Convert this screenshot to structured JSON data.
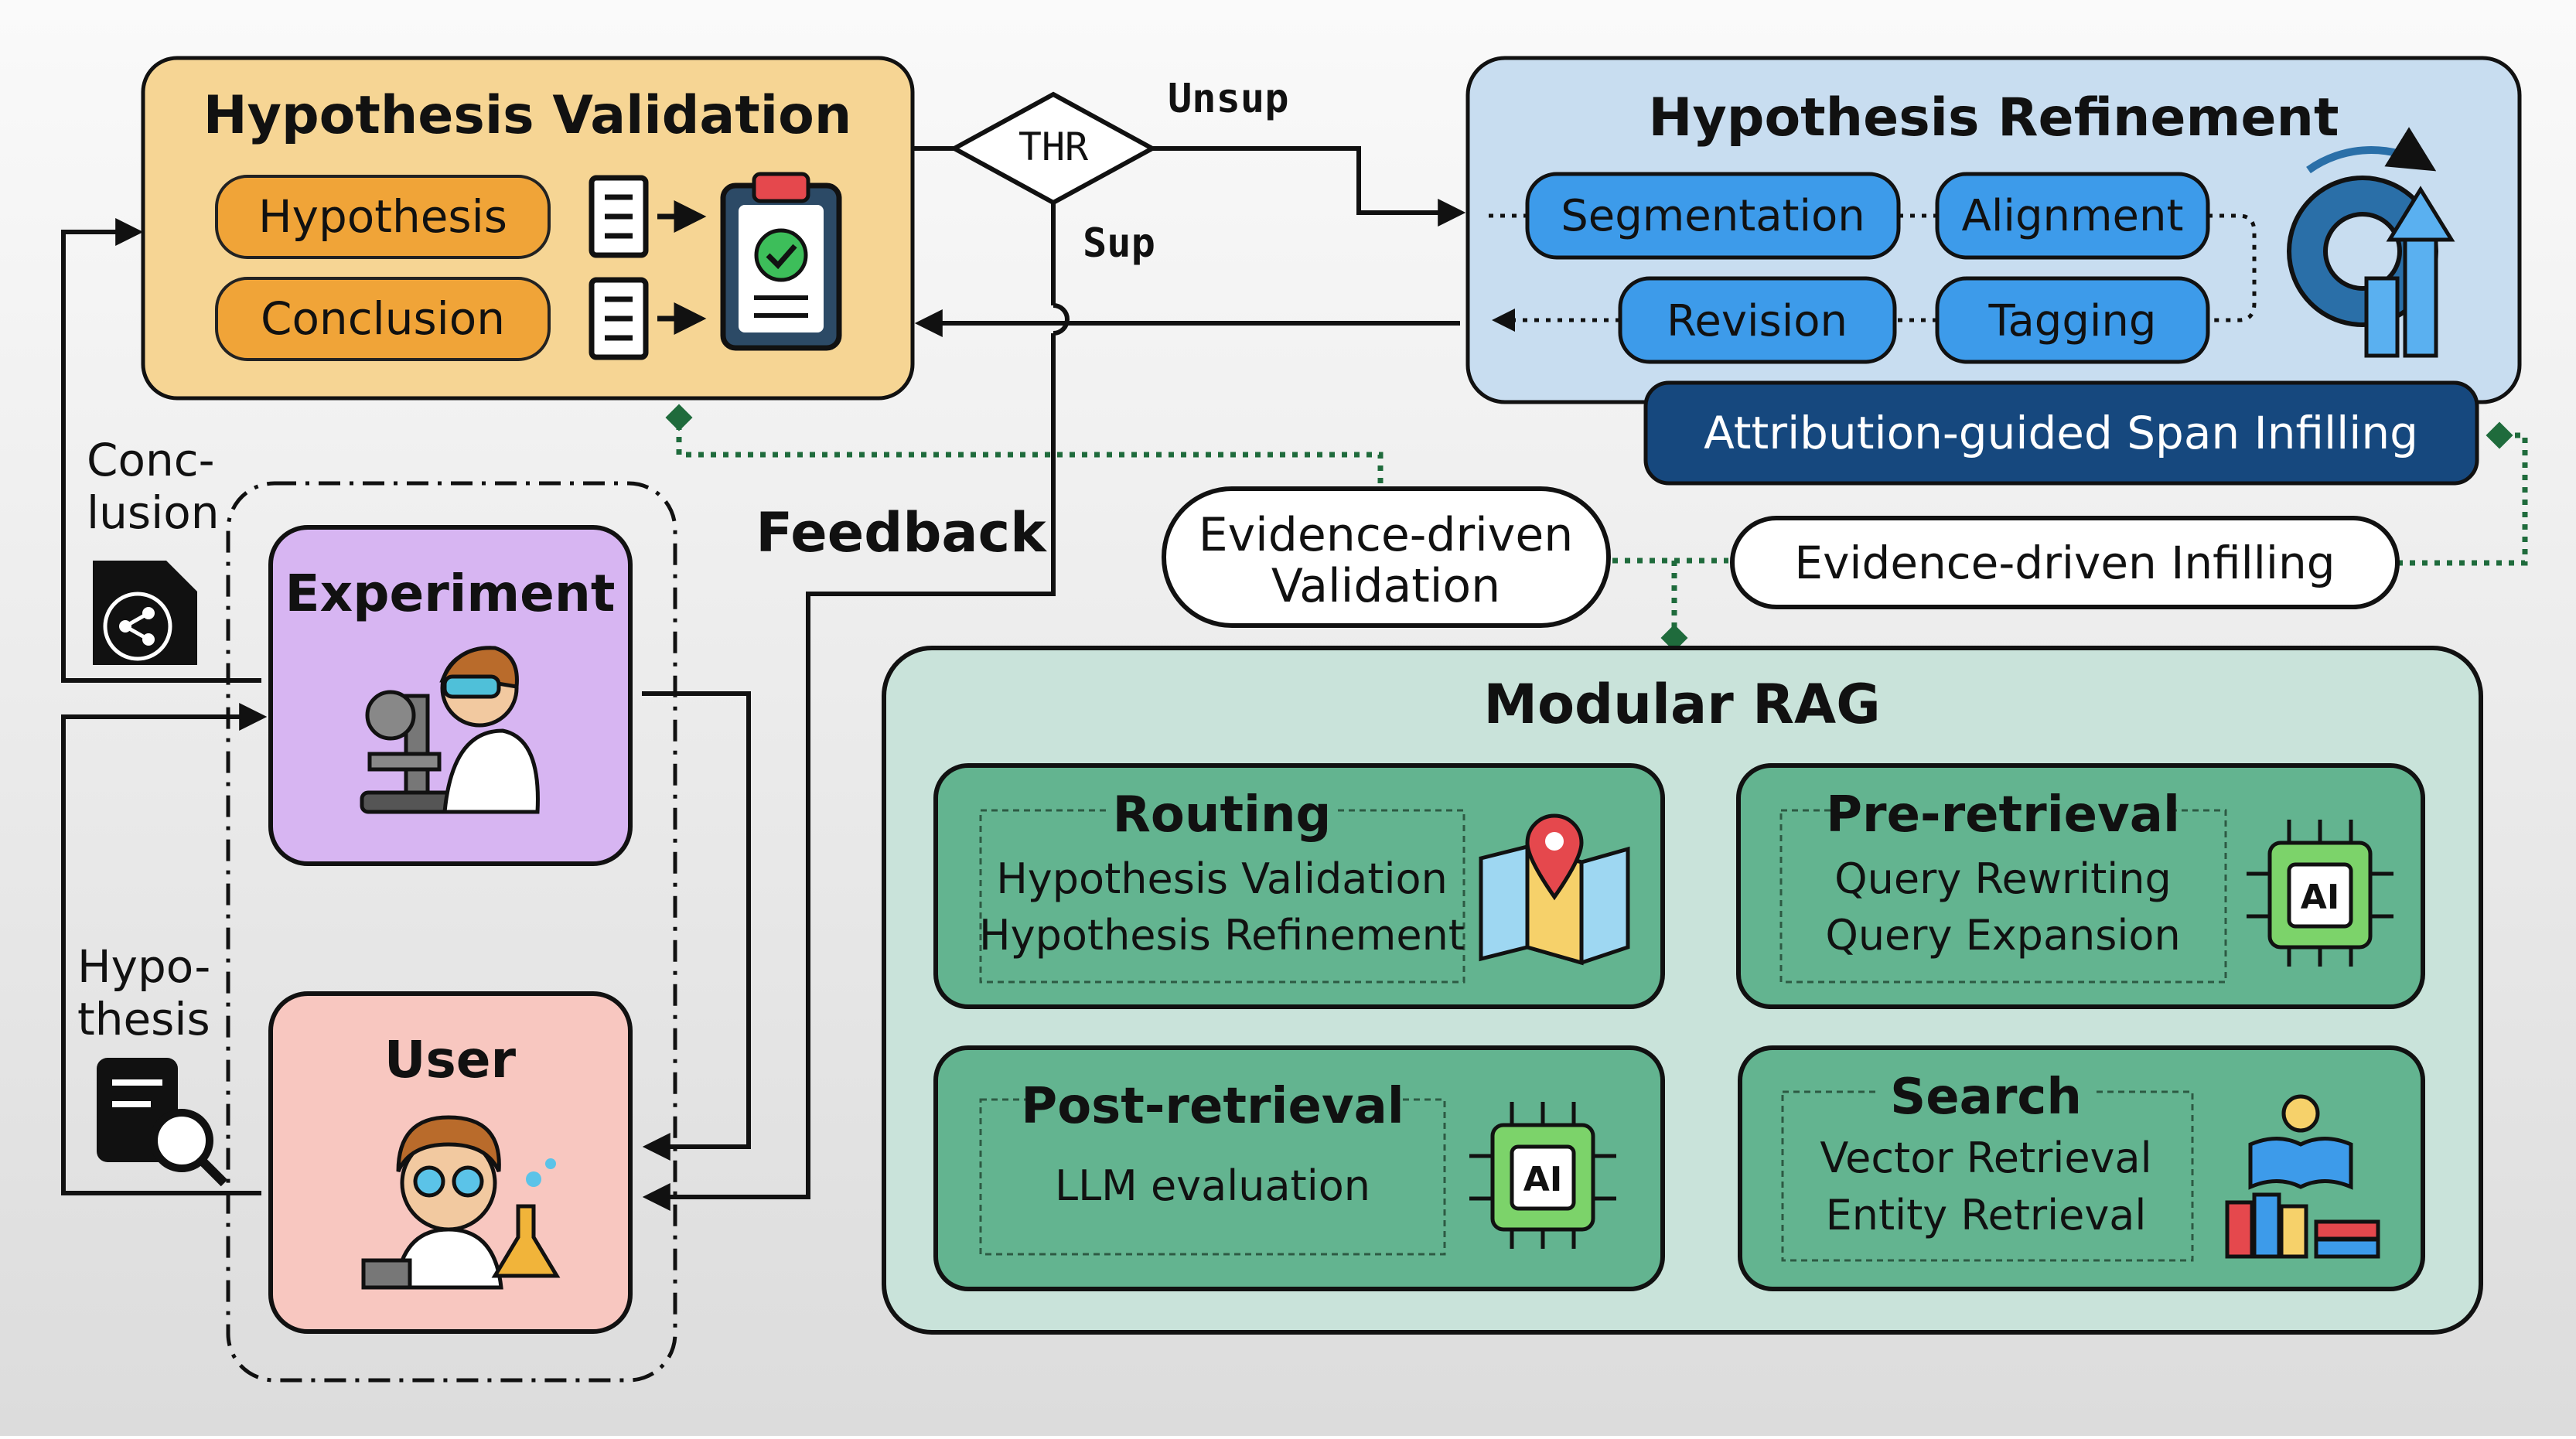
{
  "validation": {
    "title": "Hypothesis Validation",
    "pill_hypothesis": "Hypothesis",
    "pill_conclusion": "Conclusion",
    "colors": {
      "box": "#F6D594",
      "pill": "#F0A438"
    }
  },
  "threshold": {
    "label": "THR",
    "unsup": "Unsup",
    "sup": "Sup"
  },
  "refinement": {
    "title": "Hypothesis Refinement",
    "segmentation": "Segmentation",
    "alignment": "Alignment",
    "revision": "Revision",
    "tagging": "Tagging",
    "span_infilling": "Attribution-guided Span Infilling",
    "colors": {
      "box": "#C8DDF0",
      "pill": "#3D9BEA",
      "banner": "#16487E"
    }
  },
  "side_labels": {
    "conclusion_line1": "Conc-",
    "conclusion_line2": "lusion",
    "hypothesis_line1": "Hypo-",
    "hypothesis_line2": "thesis"
  },
  "feedback": "Feedback",
  "experiment": {
    "label": "Experiment",
    "color": "#D7B5F2"
  },
  "user": {
    "label": "User",
    "color": "#F8C7C0"
  },
  "evidence": {
    "validation_line1": "Evidence-driven",
    "validation_line2": "Validation",
    "infilling": "Evidence-driven Infilling"
  },
  "rag": {
    "title": "Modular RAG",
    "colors": {
      "panel": "#C9E3DA",
      "card": "#63B490"
    },
    "routing": {
      "title": "Routing",
      "line1": "Hypothesis Validation",
      "line2": "Hypothesis Refinement"
    },
    "pre_retrieval": {
      "title": "Pre-retrieval",
      "line1": "Query Rewriting",
      "line2": "Query Expansion"
    },
    "post_retrieval": {
      "title": "Post-retrieval",
      "line1": "LLM evaluation"
    },
    "search": {
      "title": "Search",
      "line1": "Vector Retrieval",
      "line2": "Entity Retrieval"
    },
    "ai_chip_label": "AI"
  },
  "icons": [
    "document-arrow-icon",
    "clipboard-check-icon",
    "gear-growth-icon",
    "share-document-icon",
    "search-document-icon",
    "scientist-microscope-icon",
    "scientist-flask-icon",
    "map-pin-icon",
    "ai-chip-icon",
    "book-lightbulb-icon"
  ]
}
